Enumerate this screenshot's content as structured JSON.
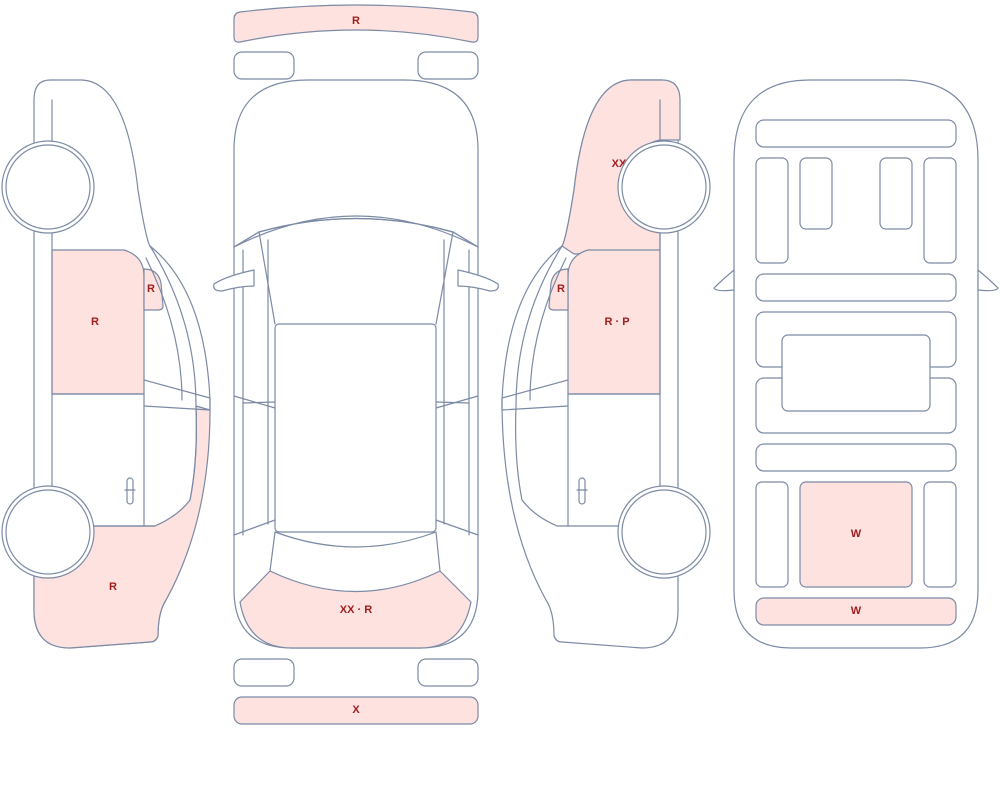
{
  "colors": {
    "outline": "#7c8aa5",
    "damage_fill": "#fde2e0",
    "label": "#a01e1e",
    "background": "#ffffff"
  },
  "labels": {
    "front_bumper": "R",
    "rear_bumper": "X",
    "rear_hatch": "XX · R",
    "left_front_door": "R",
    "left_mirror": "R",
    "left_rear_quarter": "R",
    "right_front_fender": "XX",
    "right_mirror": "R",
    "right_front_door": "R · P",
    "interior_trunk_floor": "W",
    "interior_rear_sill": "W"
  }
}
